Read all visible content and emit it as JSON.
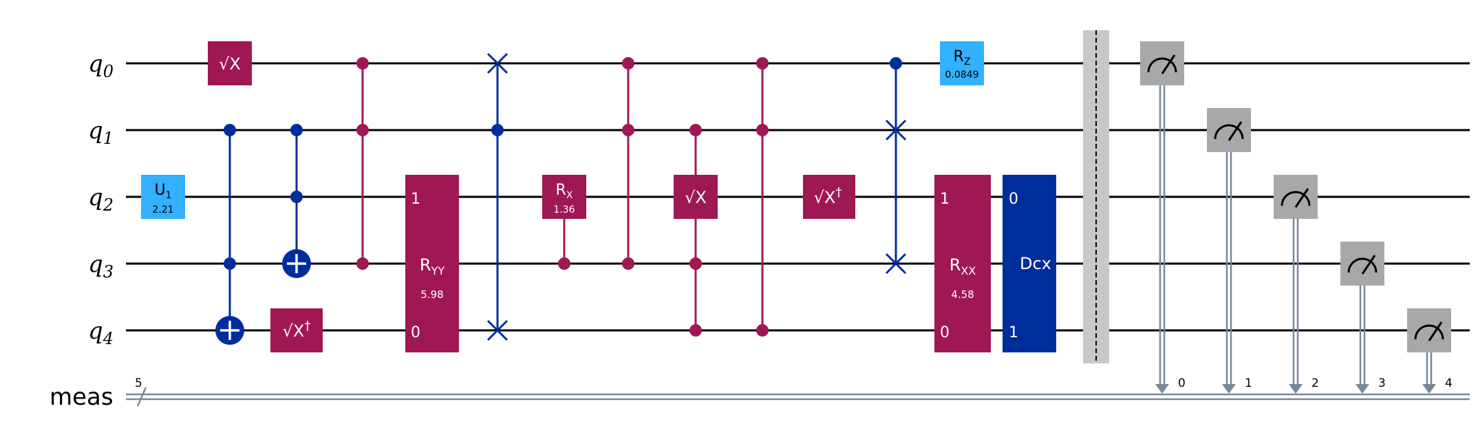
{
  "circuit": {
    "qubits": [
      "q",
      "q",
      "q",
      "q",
      "q"
    ],
    "qubit_indices": [
      "0",
      "1",
      "2",
      "3",
      "4"
    ],
    "classical_register": {
      "name": "meas",
      "size": "5",
      "bits": [
        "0",
        "1",
        "2",
        "3",
        "4"
      ]
    },
    "gates": {
      "sx_q0": {
        "label": "√X"
      },
      "u_q2": {
        "label": "U",
        "sub": "1",
        "param": "2.21"
      },
      "sxdg_q4": {
        "label": "√X",
        "dagger": "†"
      },
      "ryy": {
        "label": "R",
        "sub": "YY",
        "param": "5.98",
        "pin_top": "1",
        "pin_bottom": "0"
      },
      "rx_q2": {
        "label": "R",
        "sub": "X",
        "param": "1.36"
      },
      "sx_q2": {
        "label": "√X"
      },
      "sxdg_q2": {
        "label": "√X",
        "dagger": "†"
      },
      "rz_q0": {
        "label": "R",
        "sub": "Z",
        "param": "0.0849"
      },
      "rxx": {
        "label": "R",
        "sub": "XX",
        "param": "4.58",
        "pin_top": "1",
        "pin_bottom": "0"
      },
      "dcx": {
        "label": "Dcx",
        "pin_top": "0",
        "pin_bottom": "1"
      }
    },
    "colors": {
      "wire": "#000000",
      "classical_wire": "#778899",
      "purple": "#9f1853",
      "blue": "#002d9c",
      "light_blue": "#33b1ff",
      "measure_gray": "#a8a8a8",
      "barrier": "#c8c8c8"
    }
  }
}
